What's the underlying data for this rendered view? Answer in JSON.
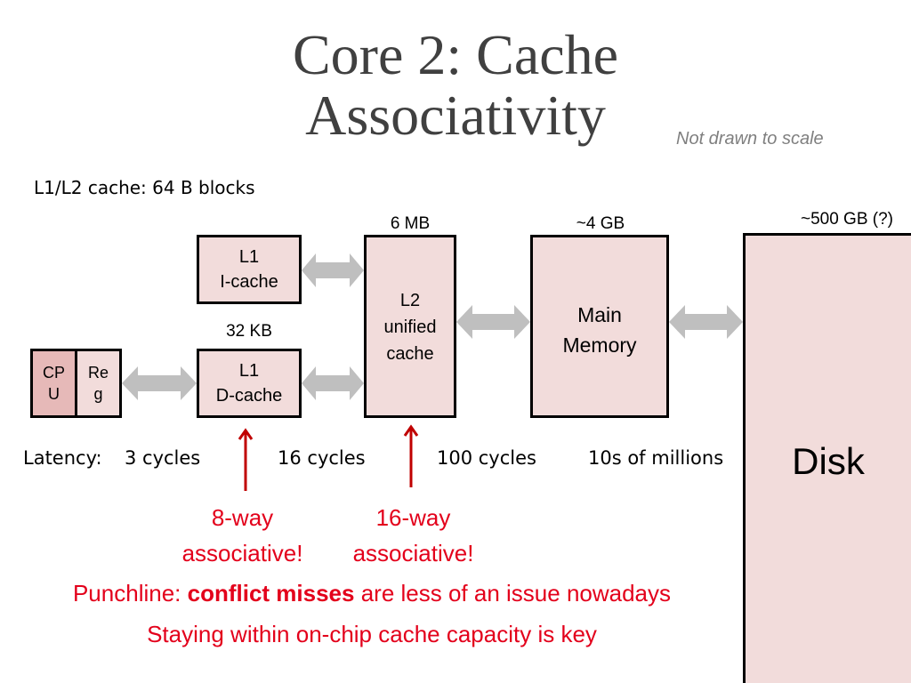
{
  "title": {
    "line1": "Core 2: Cache",
    "line2": "Associativity"
  },
  "subnote": "Not drawn to scale",
  "blocks_note": "L1/L2 cache: 64 B blocks",
  "sizes": {
    "l2": "6 MB",
    "memory": "~4 GB",
    "disk": "~500 GB (?)",
    "l1": "32 KB"
  },
  "boxes": {
    "cpu": {
      "line1": "CP",
      "line2": "U"
    },
    "reg": {
      "line1": "Re",
      "line2": "g"
    },
    "l1i": {
      "line1": "L1",
      "line2": "I-cache"
    },
    "l1d": {
      "line1": "L1",
      "line2": "D-cache"
    },
    "l2": {
      "line1": "L2",
      "line2": "unified",
      "line3": "cache"
    },
    "memory": {
      "line1": "Main",
      "line2": "Memory"
    },
    "disk": {
      "label": "Disk"
    }
  },
  "latency": {
    "prefix": "Latency:",
    "l1": "3 cycles",
    "l2": "16 cycles",
    "memory": "100 cycles",
    "disk": "10s of millions"
  },
  "associativity": {
    "l1": {
      "line1": "8-way",
      "line2": "associative!"
    },
    "l2": {
      "line1": "16-way",
      "line2": "associative!"
    }
  },
  "punchline": {
    "prefix": "Punchline: ",
    "emphasis": "conflict misses",
    "suffix": " are less of an issue nowadays",
    "line2": "Staying within on-chip cache capacity is key"
  },
  "colors": {
    "box_fill": "#f2dcdb",
    "cpu_fill": "#e6b9b8",
    "arrow_gray": "#bfbfbf",
    "accent_red": "#e3001b"
  }
}
